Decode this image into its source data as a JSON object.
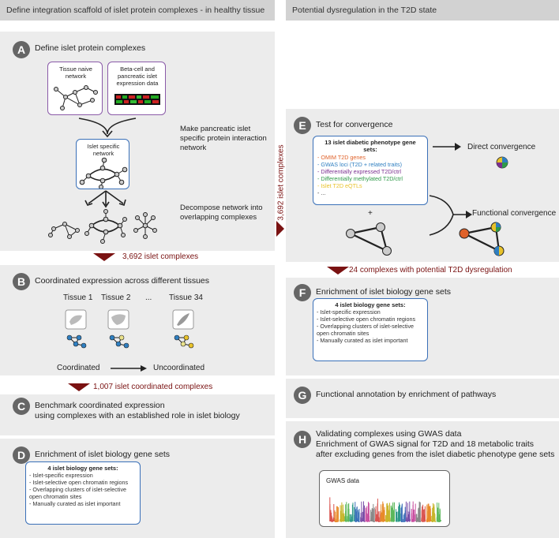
{
  "headers": {
    "left": "Define integration scaffold of islet protein complexes - in healthy tissue",
    "right": "Potential dysregulation in the T2D state"
  },
  "panel_a": {
    "letter": "A",
    "title": "Define islet protein complexes",
    "box1": "Tissue naive network",
    "box2": "Beta-cell and pancreatic islet expression data",
    "islet_box": "Islet specific network",
    "step1": "Make pancreatic islet specific protein interaction network",
    "step2": "Decompose network into overlapping complexes"
  },
  "arrow_ab": "3,692 islet complexes",
  "panel_b": {
    "letter": "B",
    "title": "Coordinated expression across different tissues",
    "tissue1": "Tissue 1",
    "tissue2": "Tissue 2",
    "ellipsis": "...",
    "tissue34": "Tissue 34",
    "coordinated": "Coordinated",
    "uncoordinated": "Uncoordinated"
  },
  "arrow_bc": "1,007 islet coordinated complexes",
  "panel_c": {
    "letter": "C",
    "title_line1": "Benchmark coordinated expression",
    "title_line2": "using complexes with an established role in islet biology"
  },
  "panel_d": {
    "letter": "D",
    "title": "Enrichment of islet biology gene sets",
    "box_title": "4 islet biology gene sets:",
    "items": [
      "- Islet-specific expression",
      "- Islet-selective open chromatin regions",
      "- Overlapping clusters of islet-selective open chromatin sites",
      "- Manually curated as islet important"
    ]
  },
  "side_arrow": "3,692 islet complexes",
  "panel_e": {
    "letter": "E",
    "title": "Test for convergence",
    "box_title": "13 islet diabetic phenotype gene sets:",
    "items": [
      {
        "text": "- OMIM T2D genes",
        "color": "#e0622a"
      },
      {
        "text": "- GWAS loci (T2D + related traits)",
        "color": "#2f7fc1"
      },
      {
        "text": "- Differentially expressed T2D/ctrl",
        "color": "#7a2f8f"
      },
      {
        "text": "- Differentially methylated T2D/ctrl",
        "color": "#2f9a4a"
      },
      {
        "text": "- Islet T2D eQTLs",
        "color": "#e8c22a"
      },
      {
        "text": "- ...",
        "color": "#333333"
      }
    ],
    "plus": "+",
    "direct": "Direct convergence",
    "functional": "Functional convergence"
  },
  "arrow_ef": "24 complexes with potential T2D dysregulation",
  "panel_f": {
    "letter": "F",
    "title": "Enrichment of islet biology gene sets",
    "box_title": "4 islet biology gene sets:",
    "items": [
      "- Islet-specific expression",
      "- Islet-selective open chromatin regions",
      "- Overlapping clusters of islet-selective open chromatin sites",
      "- Manually curated as islet important"
    ]
  },
  "panel_g": {
    "letter": "G",
    "title": "Functional annotation by enrichment of pathways"
  },
  "panel_h": {
    "letter": "H",
    "line1": "Validating complexes using GWAS data",
    "line2": "Enrichment of GWAS signal for T2D and 18 metabolic traits",
    "line3": "after excluding genes from the islet diabetic phenotype gene sets",
    "gwas_label": "GWAS data"
  }
}
